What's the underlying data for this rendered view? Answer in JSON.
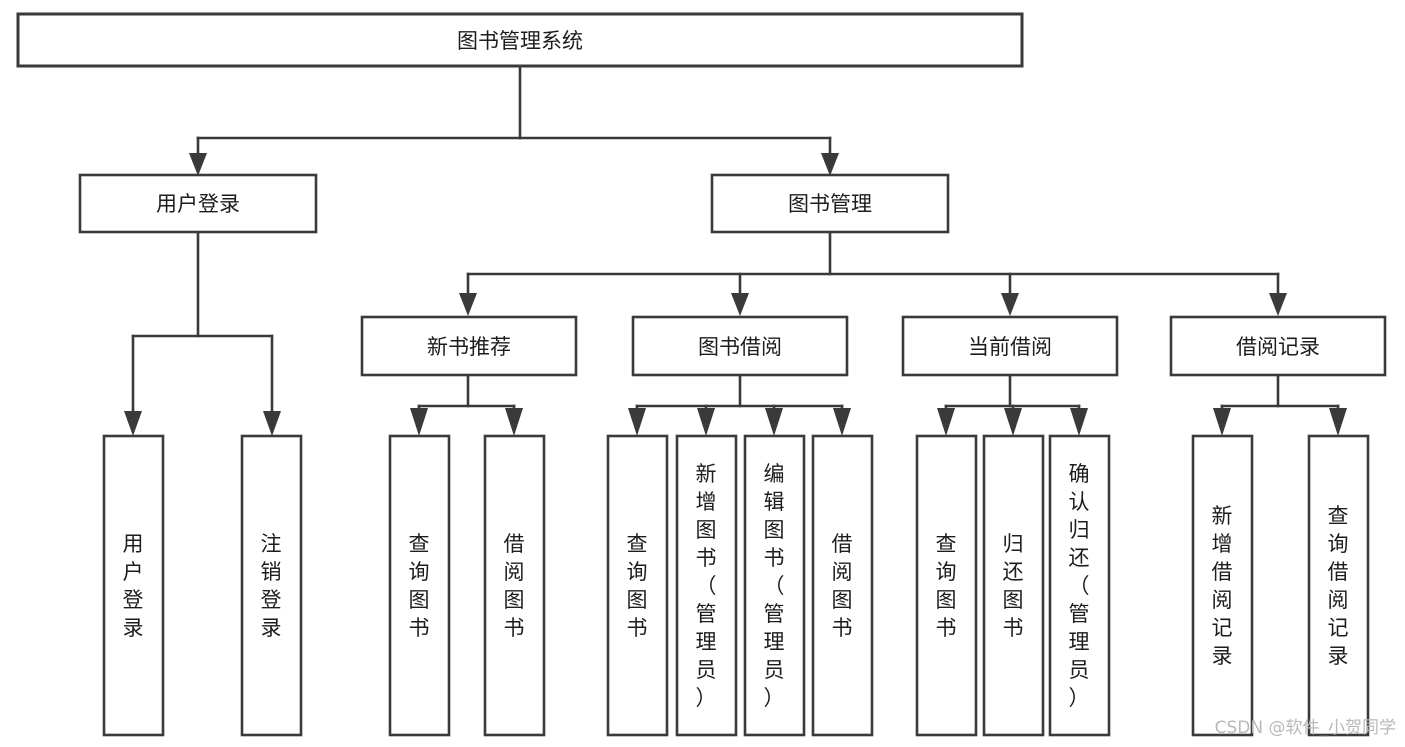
{
  "diagram": {
    "title": "图书管理系统",
    "type": "tree-hierarchy-chart",
    "colors": {
      "stroke": "#3a3a3a",
      "box_fill": "#ffffff",
      "text": "#1d1d1d",
      "background": "#ffffff",
      "watermark": "#b9b9b9"
    },
    "nodes": {
      "root": {
        "label": "图书管理系统",
        "level": 1,
        "orientation": "horizontal"
      },
      "l2_user_login": {
        "label": "用户登录",
        "level": 2,
        "orientation": "horizontal"
      },
      "l2_book_manage": {
        "label": "图书管理",
        "level": 2,
        "orientation": "horizontal"
      },
      "l3_new_book_rec": {
        "label": "新书推荐",
        "level": 3,
        "orientation": "horizontal"
      },
      "l3_book_borrow": {
        "label": "图书借阅",
        "level": 3,
        "orientation": "horizontal"
      },
      "l3_current_borrow": {
        "label": "当前借阅",
        "level": 3,
        "orientation": "horizontal"
      },
      "l3_borrow_record": {
        "label": "借阅记录",
        "level": 3,
        "orientation": "horizontal"
      },
      "leaf_user_login": {
        "label": "用户登录",
        "level": 4,
        "orientation": "vertical"
      },
      "leaf_logout": {
        "label": "注销登录",
        "level": 4,
        "orientation": "vertical"
      },
      "leaf_query_book_a": {
        "label": "查询图书",
        "level": 4,
        "orientation": "vertical"
      },
      "leaf_borrow_book_a": {
        "label": "借阅图书",
        "level": 4,
        "orientation": "vertical"
      },
      "leaf_query_book_b": {
        "label": "查询图书",
        "level": 4,
        "orientation": "vertical"
      },
      "leaf_add_book": {
        "label": "新增图书（管理员）",
        "level": 4,
        "orientation": "vertical"
      },
      "leaf_edit_book": {
        "label": "编辑图书（管理员）",
        "level": 4,
        "orientation": "vertical"
      },
      "leaf_borrow_book_b": {
        "label": "借阅图书",
        "level": 4,
        "orientation": "vertical"
      },
      "leaf_query_book_c": {
        "label": "查询图书",
        "level": 4,
        "orientation": "vertical"
      },
      "leaf_return_book": {
        "label": "归还图书",
        "level": 4,
        "orientation": "vertical"
      },
      "leaf_confirm_return": {
        "label": "确认归还（管理员）",
        "level": 4,
        "orientation": "vertical"
      },
      "leaf_add_record": {
        "label": "新增借阅记录",
        "level": 4,
        "orientation": "vertical"
      },
      "leaf_query_record": {
        "label": "查询借阅记录",
        "level": 4,
        "orientation": "vertical"
      }
    },
    "edges": [
      {
        "from": "root",
        "to": "l2_user_login"
      },
      {
        "from": "root",
        "to": "l2_book_manage"
      },
      {
        "from": "l2_user_login",
        "to": "leaf_user_login"
      },
      {
        "from": "l2_user_login",
        "to": "leaf_logout"
      },
      {
        "from": "l2_book_manage",
        "to": "l3_new_book_rec"
      },
      {
        "from": "l2_book_manage",
        "to": "l3_book_borrow"
      },
      {
        "from": "l2_book_manage",
        "to": "l3_current_borrow"
      },
      {
        "from": "l2_book_manage",
        "to": "l3_borrow_record"
      },
      {
        "from": "l3_new_book_rec",
        "to": "leaf_query_book_a"
      },
      {
        "from": "l3_new_book_rec",
        "to": "leaf_borrow_book_a"
      },
      {
        "from": "l3_book_borrow",
        "to": "leaf_query_book_b"
      },
      {
        "from": "l3_book_borrow",
        "to": "leaf_add_book"
      },
      {
        "from": "l3_book_borrow",
        "to": "leaf_edit_book"
      },
      {
        "from": "l3_book_borrow",
        "to": "leaf_borrow_book_b"
      },
      {
        "from": "l3_current_borrow",
        "to": "leaf_query_book_c"
      },
      {
        "from": "l3_current_borrow",
        "to": "leaf_return_book"
      },
      {
        "from": "l3_current_borrow",
        "to": "leaf_confirm_return"
      },
      {
        "from": "l3_borrow_record",
        "to": "leaf_add_record"
      },
      {
        "from": "l3_borrow_record",
        "to": "leaf_query_record"
      }
    ]
  },
  "watermark": {
    "text": "CSDN @软件_小贺同学"
  }
}
